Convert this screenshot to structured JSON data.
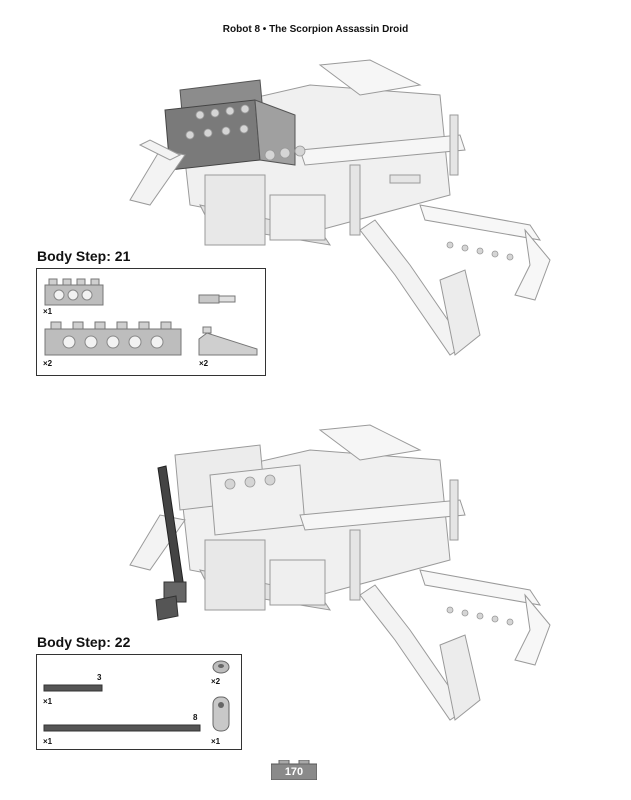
{
  "header": {
    "title": "Robot 8 • The Scorpion Assassin Droid"
  },
  "step21": {
    "title": "Body Step: 21",
    "parts": [
      {
        "name": "beam-1x4",
        "qty": "×1"
      },
      {
        "name": "beam-1x6",
        "qty": "×2"
      },
      {
        "name": "axle-pin",
        "qty": ""
      },
      {
        "name": "slope",
        "qty": "×2"
      }
    ]
  },
  "step22": {
    "title": "Body Step: 22",
    "parts": [
      {
        "name": "axle-3",
        "length": "3",
        "qty": "×1"
      },
      {
        "name": "axle-8",
        "length": "8",
        "qty": "×1"
      },
      {
        "name": "bush",
        "qty": "×2"
      },
      {
        "name": "angle-connector",
        "qty": "×1"
      }
    ]
  },
  "footer": {
    "page_number": "170"
  }
}
